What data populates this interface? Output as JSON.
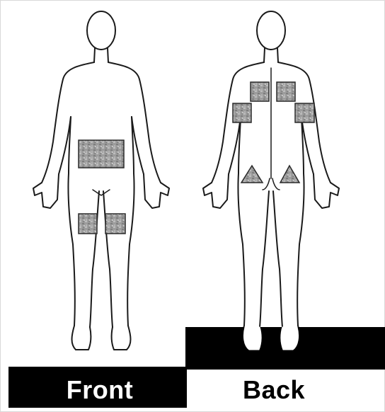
{
  "labels": {
    "front": "Front",
    "back": "Back"
  },
  "colors": {
    "outline": "#1a1a1a",
    "marker_fill": "#9a9a9a",
    "marker_stroke": "#2a2a2a",
    "band": "#000000",
    "front_label_text": "#ffffff",
    "back_label_text": "#000000"
  },
  "markers": {
    "front": [
      "lower-abdomen-patch",
      "left-thigh-patch",
      "right-thigh-patch"
    ],
    "back": [
      "upper-back-left-patch",
      "upper-back-right-patch",
      "left-upper-arm-patch",
      "right-upper-arm-patch",
      "left-buttock-triangle",
      "right-buttock-triangle"
    ]
  }
}
